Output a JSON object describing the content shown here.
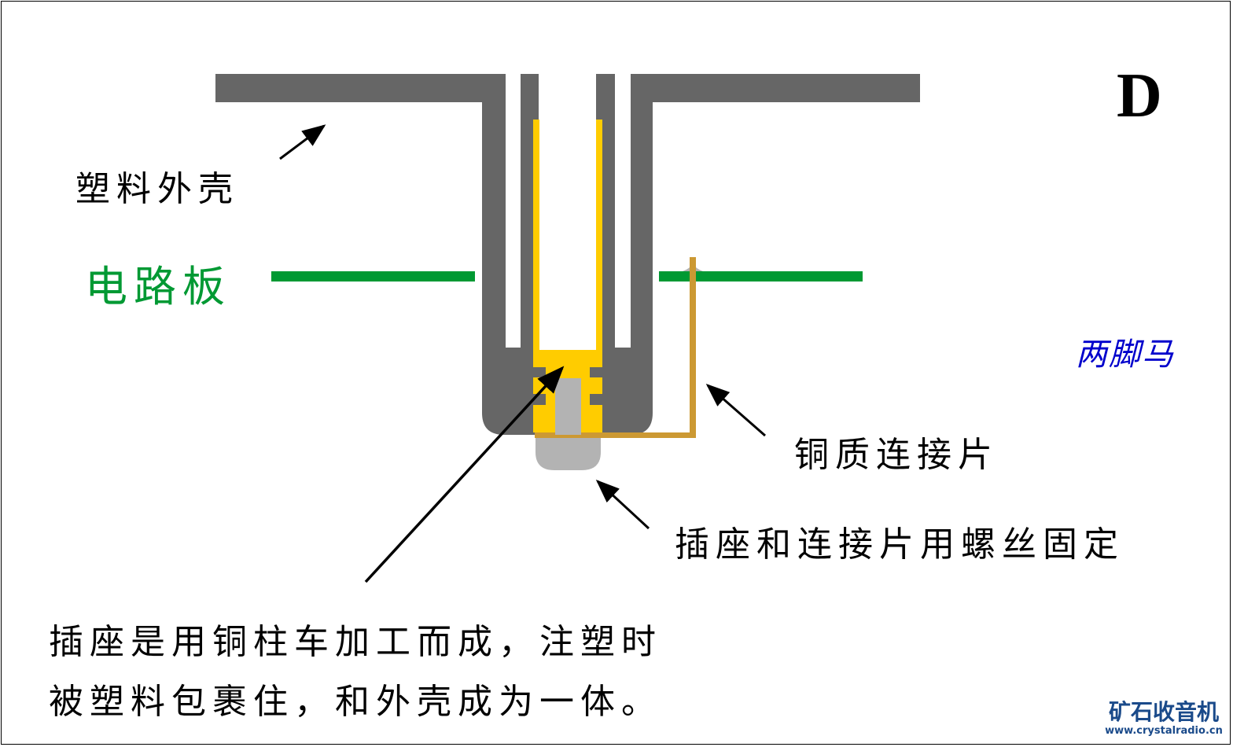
{
  "panel_letter": "D",
  "labels": {
    "shell": "塑料外壳",
    "pcb": "电路板",
    "strip": "铜质连接片",
    "screw": "插座和连接片用螺丝固定",
    "note_line1": "插座是用铜柱车加工而成，注塑时",
    "note_line2": "被塑料包裹住，和外壳成为一体。",
    "handwritten": "两脚马"
  },
  "watermark": {
    "name": "矿石收音机",
    "url": "www.crystalradio.cn"
  },
  "colors": {
    "shell": "#666666",
    "socket": "#FFCC00",
    "copper": "#CC9933",
    "screw": "#B3B3B3",
    "pcb": "#009933",
    "handwritten": "#0000CC",
    "watermark": "#1A4A8A"
  }
}
